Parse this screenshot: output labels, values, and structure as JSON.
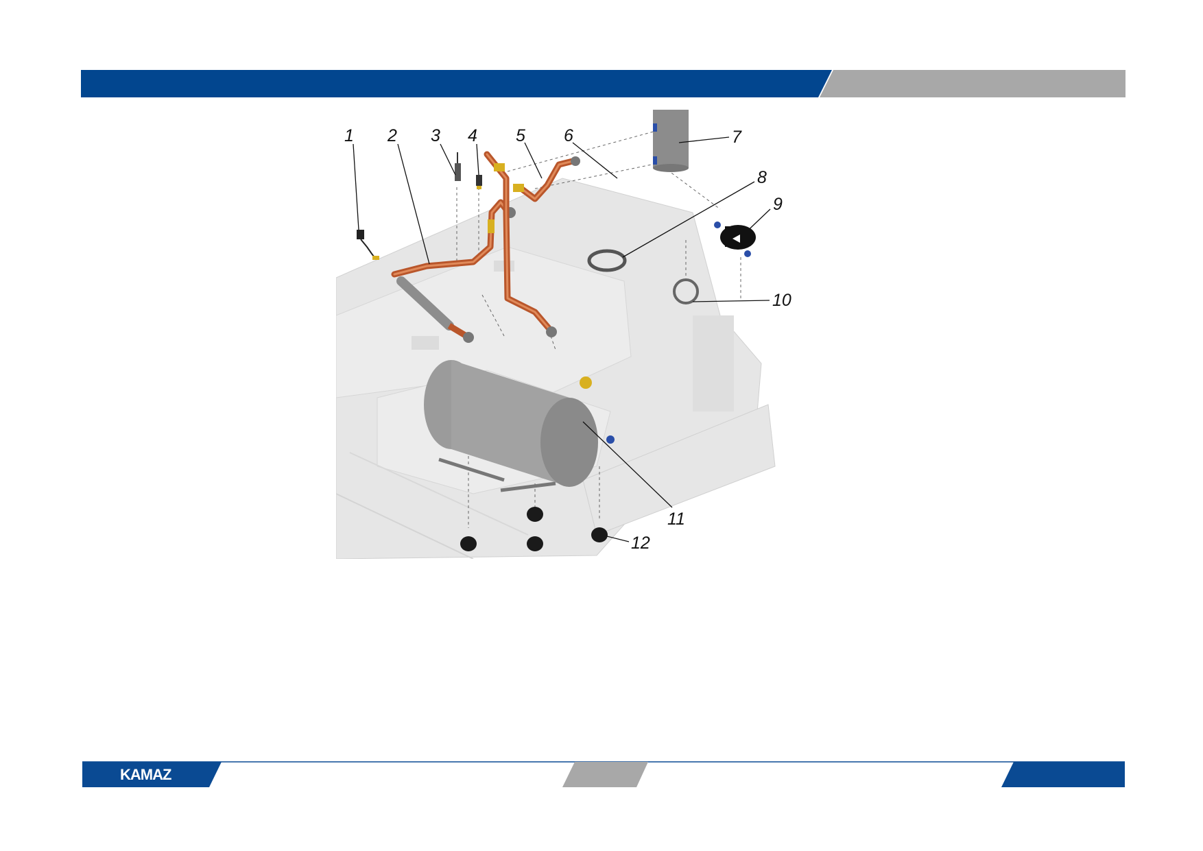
{
  "header": {
    "primary_color": "#02468f",
    "secondary_color": "#a8a8a8"
  },
  "footer": {
    "logo_text": "KAMAZ",
    "primary_color": "#0a4a93",
    "secondary_color": "#a8a8a8"
  },
  "diagram": {
    "callouts": [
      {
        "id": "1",
        "label": "1"
      },
      {
        "id": "2",
        "label": "2"
      },
      {
        "id": "3",
        "label": "3"
      },
      {
        "id": "4",
        "label": "4"
      },
      {
        "id": "5",
        "label": "5"
      },
      {
        "id": "6",
        "label": "6"
      },
      {
        "id": "7",
        "label": "7"
      },
      {
        "id": "8",
        "label": "8"
      },
      {
        "id": "9",
        "label": "9"
      },
      {
        "id": "10",
        "label": "10"
      },
      {
        "id": "11",
        "label": "11"
      },
      {
        "id": "12",
        "label": "12"
      }
    ],
    "colors": {
      "pipe": "#b9562b",
      "tank": "#8f8f8f",
      "frame": "#e6e6e6",
      "fitting": "#d8b020",
      "port": "#2a4ea8",
      "foot": "#1a1a1a"
    }
  }
}
